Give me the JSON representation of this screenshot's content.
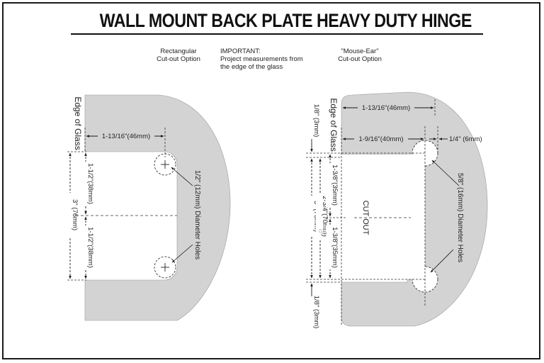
{
  "title": "WALL MOUNT BACK PLATE HEAVY DUTY HINGE",
  "notes": {
    "rect_option": [
      "Rectangular",
      "Cut-out Option"
    ],
    "important": [
      "IMPORTANT:",
      "Project measurements from",
      "the edge of the glass"
    ],
    "mouse_option": [
      "\"Mouse-Ear\"",
      "Cut-out Option"
    ]
  },
  "left": {
    "edge_label": "Edge of Glass",
    "width_dim": "1-13/16\"(46mm)",
    "upper_half": "1-1/2\"(38mm)",
    "lower_half": "1-1/2\"(38mm)",
    "total": "3\" (76mm)",
    "holes": "1/2\" (12mm) Diameter Holes"
  },
  "right": {
    "edge_label": "Edge of Glass",
    "top_width": "1-13/16\"(46mm)",
    "inner_width": "1-9/16\"(40mm)",
    "radius_dim": "1/4\" (6mm)",
    "top_offset": "1/8\" (3mm)",
    "bottom_offset": "1/8\" (3mm)",
    "total": "3\" (76mm)",
    "middle": "2-3/4\"(70mm)",
    "upper_half": "1-3/8\"(35mm)",
    "lower_half": "1-3/8\"(35mm)",
    "cutout": "CUT OUT",
    "holes": "5/8\" (16mm) Diameter Holes",
    "stray_mark": "%"
  },
  "colors": {
    "plate": "#d3d3d3",
    "ink": "#1a1a1a"
  }
}
